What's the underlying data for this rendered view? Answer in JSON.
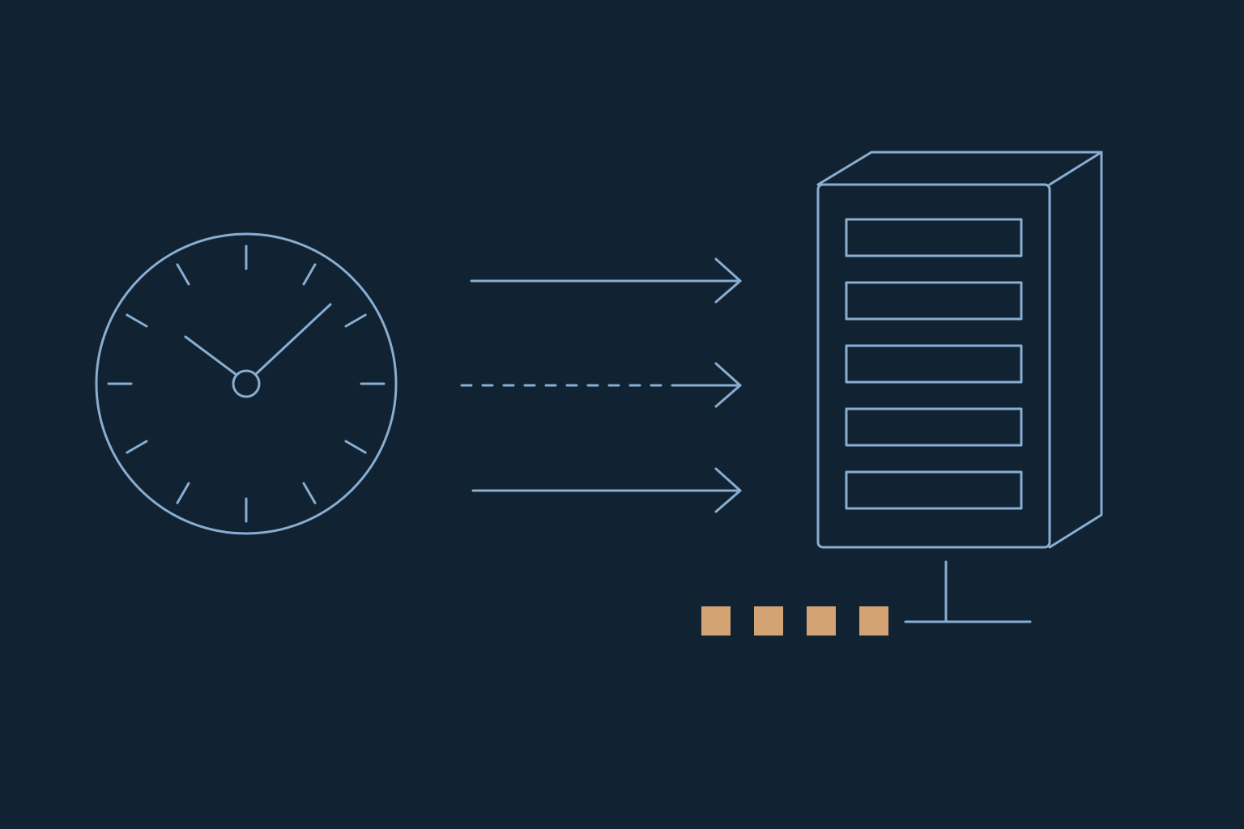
{
  "colors": {
    "background": "#112233",
    "line": "#88aed0",
    "accent": "#d4a373"
  },
  "diagram": {
    "source": {
      "icon": "clock-icon",
      "hour_hand": "10:00",
      "minute_hand": "08 min"
    },
    "connectors": [
      {
        "name": "solid-arrow-top",
        "style": "solid"
      },
      {
        "name": "dashed-arrow-middle",
        "style": "dashed"
      },
      {
        "name": "solid-arrow-bottom",
        "style": "solid"
      }
    ],
    "target": {
      "icon": "server-rack-icon",
      "slot_count": 5
    },
    "queue": {
      "icon": "queue-blocks-icon",
      "block_count": 4
    }
  }
}
